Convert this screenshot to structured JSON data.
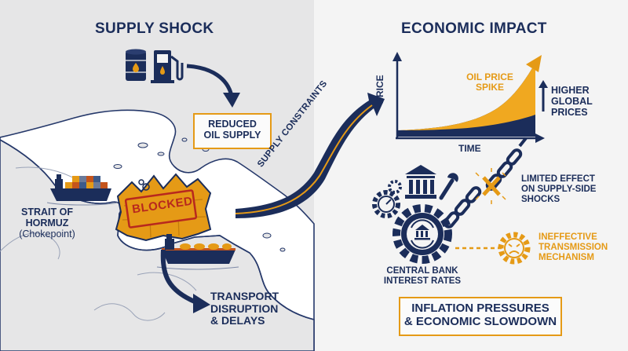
{
  "left_panel": {
    "title": "SUPPLY SHOCK",
    "reduced_supply": [
      "REDUCED",
      "OIL SUPPLY"
    ],
    "strait_label": [
      "STRAIT OF",
      "HORMUZ"
    ],
    "strait_note": "(Chokepoint)",
    "blocked_sign": "BLOCKED",
    "transport": [
      "TRANSPORT",
      "DISRUPTION",
      "& DELAYS"
    ]
  },
  "connector": {
    "label": "SUPPLY CONSTRAINTS"
  },
  "right_panel": {
    "title": "ECONOMIC IMPACT",
    "chart": {
      "ylabel": "PRICE",
      "xlabel": "TIME",
      "annotation": [
        "OIL PRICE",
        "SPIKE"
      ],
      "side_label": [
        "HIGHER",
        "GLOBAL",
        "PRICES"
      ]
    },
    "limited_effect": [
      "LIMITED EFFECT",
      "ON SUPPLY-SIDE",
      "SHOCKS"
    ],
    "ineffective": [
      "INEFFECTIVE",
      "TRANSMISSION",
      "MECHANISM"
    ],
    "central_bank": [
      "CENTRAL BANK",
      "INTEREST RATES"
    ],
    "conclusion": [
      "INFLATION PRESSURES",
      "& ECONOMIC SLOWDOWN"
    ]
  },
  "colors": {
    "navy": "#1b2d5a",
    "gold": "#e59a16",
    "left_bg": "#e6e6e7",
    "right_bg": "#f4f4f4"
  },
  "icons": [
    "oil-barrel-icon",
    "fuel-pump-icon",
    "cargo-ship-icon",
    "tanker-ship-icon",
    "bank-building-icon",
    "wrench-icon",
    "gear-icon",
    "broken-chain-icon",
    "cross-icon",
    "frustrated-face-gear-icon"
  ]
}
